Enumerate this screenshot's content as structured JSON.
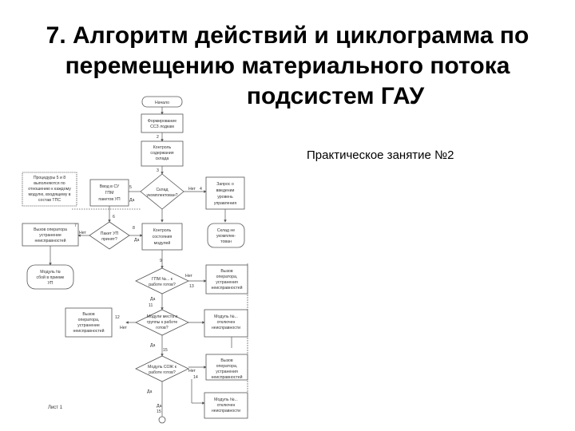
{
  "header": {
    "title_line1": "7. Алгоритм действий и циклограмма по",
    "title_line2": "перемещению материального потока",
    "title_line3": "подсистем ГАУ"
  },
  "subtitle": "Практическое занятие №2",
  "flowchart": {
    "start": "Начало",
    "form": [
      "Формирование",
      "ССЗ лодкам"
    ],
    "control_content": [
      "Контроль",
      "содержания",
      "склада"
    ],
    "procedures": [
      "Процедуры 5 и 8",
      "выполняются по",
      "отношению к каждому",
      "модулю, входящему в",
      "состав ТПС"
    ],
    "input_su": [
      "Ввод в СУ",
      "ГПМ",
      "пакетов УП"
    ],
    "sklad_decision": [
      "Склад",
      "укомплектован?"
    ],
    "request": [
      "Запрос о",
      "введении",
      "уровень",
      "управления"
    ],
    "call_operator_1": [
      "Вызов оператора",
      "устранение",
      "неисправностей"
    ],
    "packet_decision": [
      "Пакет УП",
      "принят?"
    ],
    "control_modules": [
      "Контроль",
      "состояния",
      "модулей"
    ],
    "sklad_not_complete": [
      "Склад не",
      "укомплек-",
      "тован"
    ],
    "module_no_1": [
      "Модуль №",
      "сбой в приеме",
      "УП"
    ],
    "gpm_decision": [
      "ГПМ №... к",
      "работе готов?"
    ],
    "call_operator_2": [
      "Вызов",
      "оператора,",
      "устранения",
      "неисправностей"
    ],
    "call_operator_3": [
      "Вызов",
      "оператора,",
      "устранение",
      "неисправностей"
    ],
    "modules_decision": [
      "Модули места и",
      "группы к работе",
      "готов?"
    ],
    "module_no_2": [
      "Модуль №...",
      "отключен",
      "неисправности"
    ],
    "call_operator_4": [
      "Вызов",
      "оператора,",
      "устранения",
      "неисправностей"
    ],
    "soj_decision": [
      "Модуль СОЖ к",
      "работе готов?"
    ],
    "module_no_3": [
      "Модуль №...",
      "отключен",
      "неисправности"
    ],
    "sheet": "Лист 1",
    "labels": {
      "n2": "2",
      "n3": "3",
      "n4": "4",
      "n5": "5",
      "n6": "6",
      "n7": "7",
      "n8": "8",
      "n9": "9",
      "n11": "11",
      "n12": "12",
      "n13": "13",
      "n14": "14",
      "n15": "15",
      "yes": "Да",
      "no": "Нет",
      "yes_no": "Да",
      "sub": "Нет"
    }
  }
}
